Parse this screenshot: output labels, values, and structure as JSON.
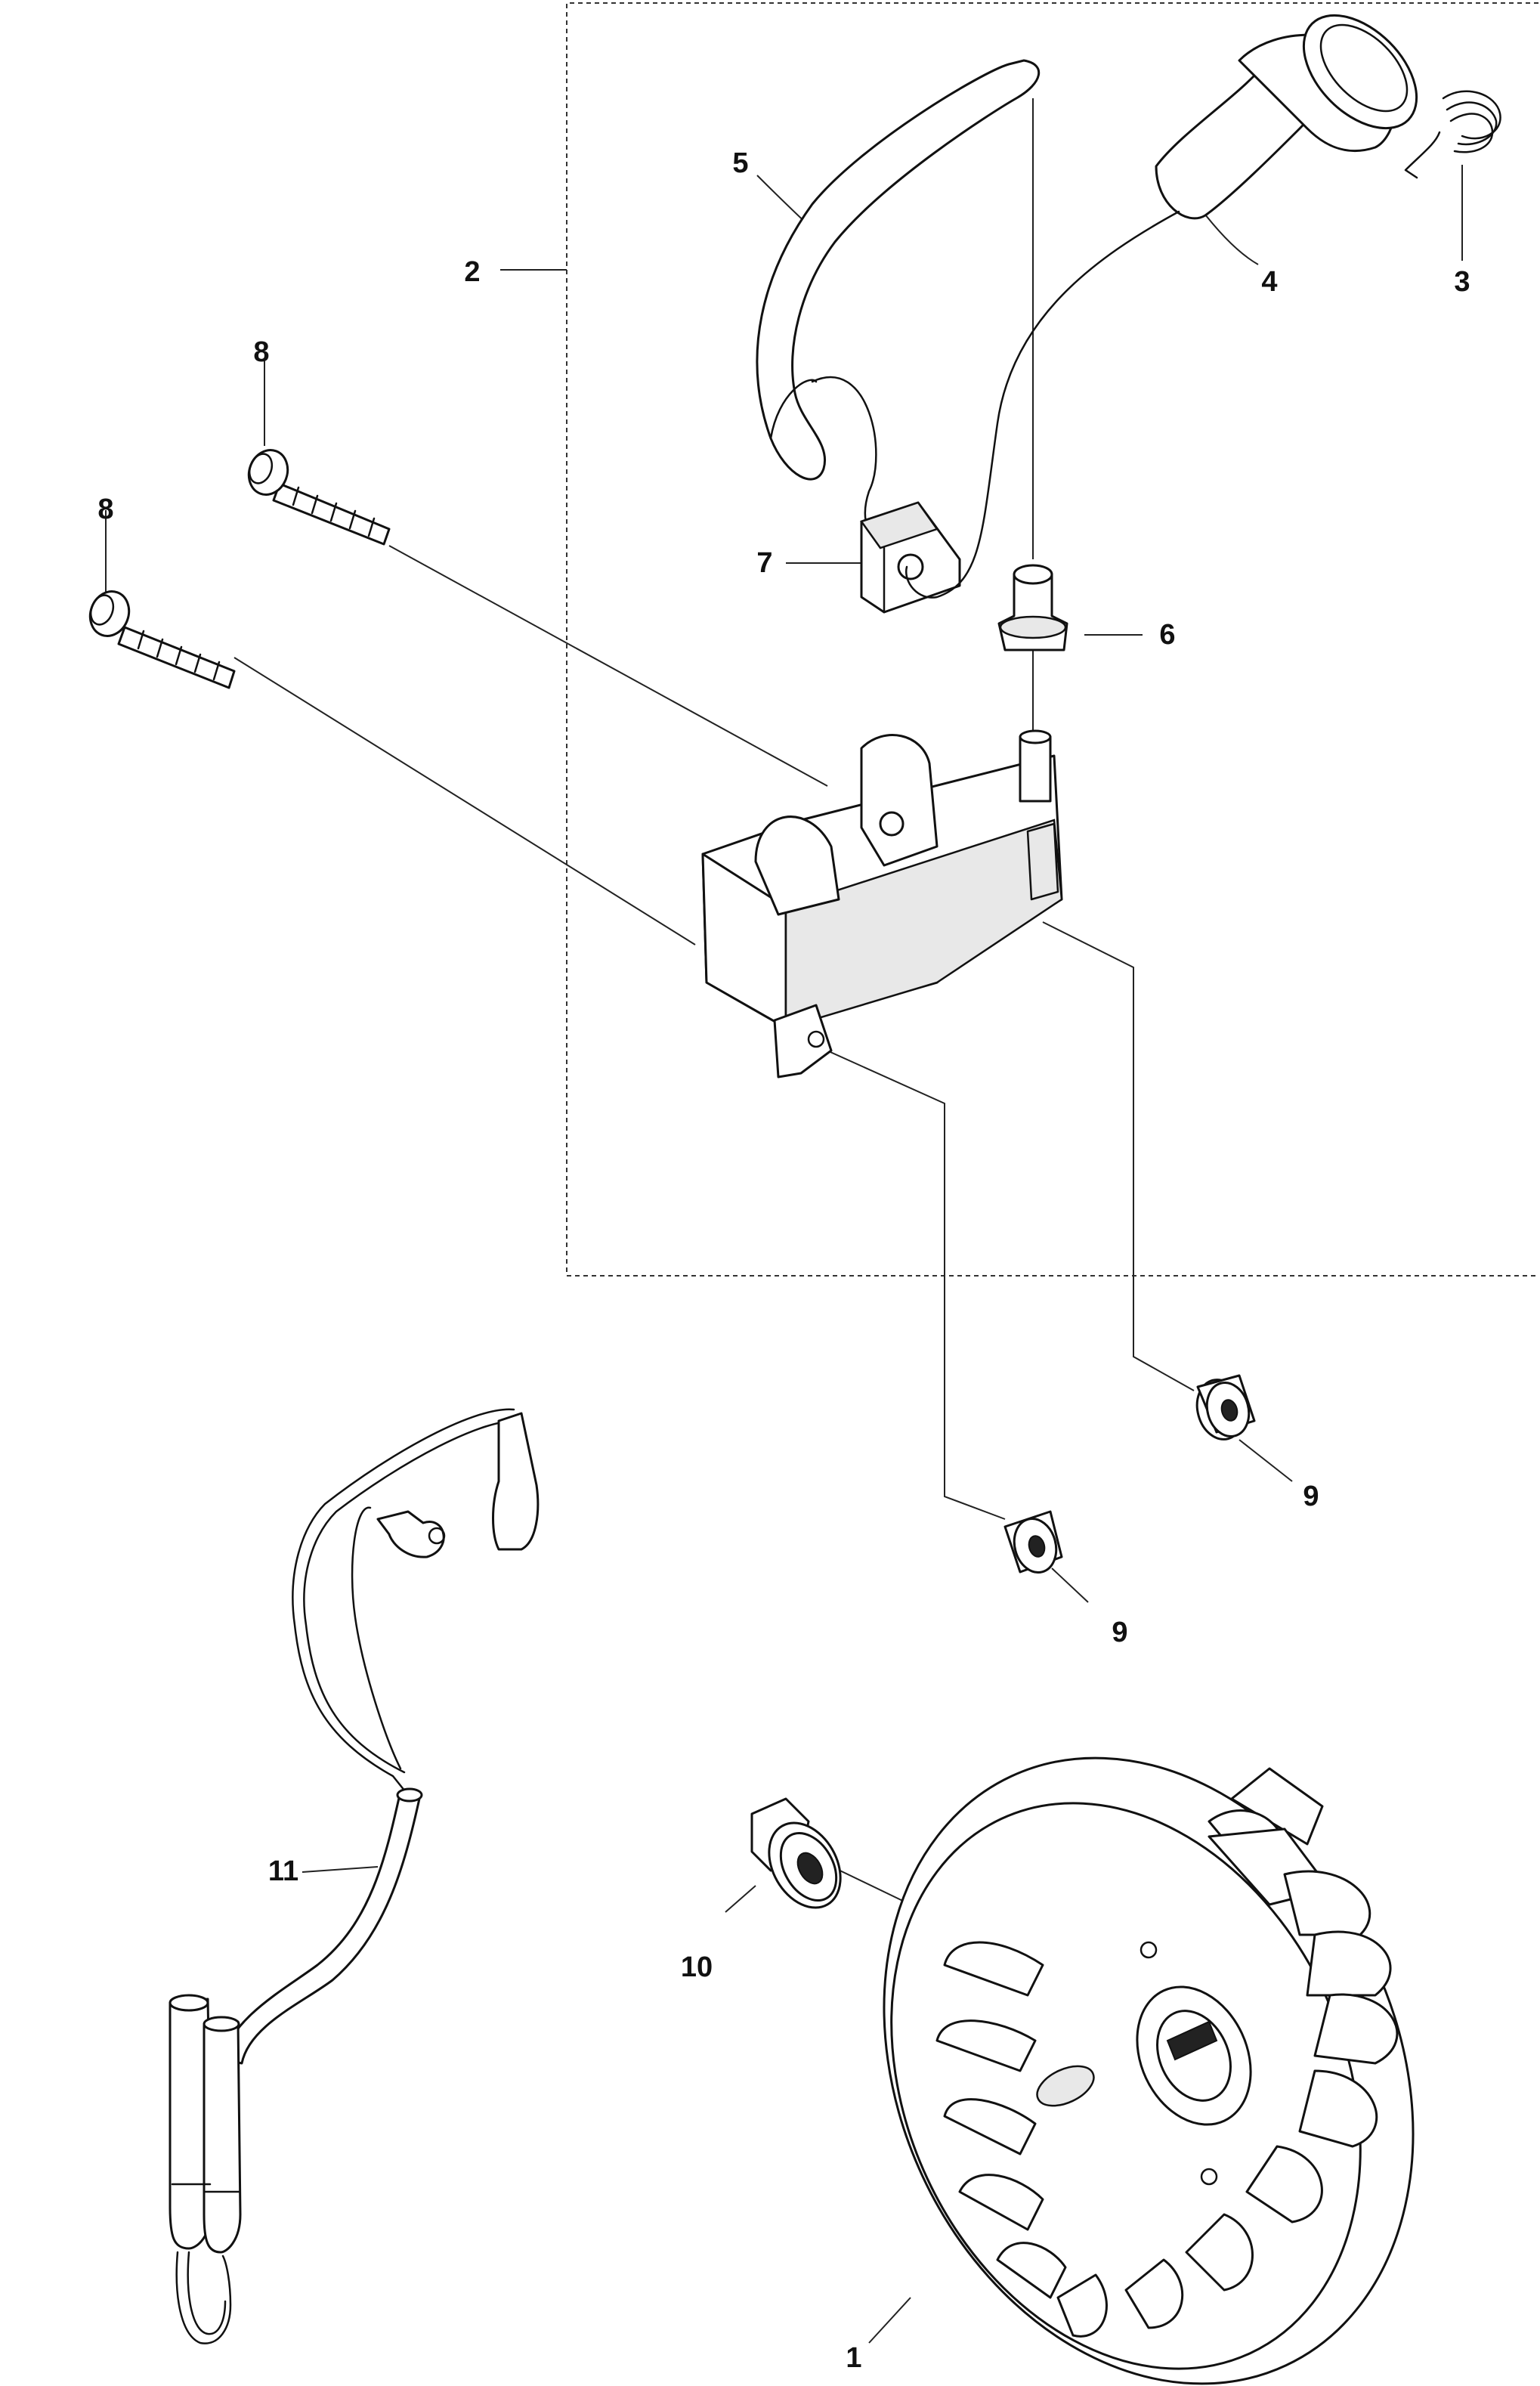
{
  "callouts": {
    "c1": "1",
    "c2": "2",
    "c3": "3",
    "c4": "4",
    "c5": "5",
    "c6": "6",
    "c7": "7",
    "c8a": "8",
    "c8b": "8",
    "c9a": "9",
    "c9b": "9",
    "c10": "10",
    "c11": "11"
  },
  "parts": [
    {
      "number": "1",
      "icon": "flywheel-icon"
    },
    {
      "number": "2",
      "icon": "ignition-module-assembly-icon"
    },
    {
      "number": "3",
      "icon": "spring-icon"
    },
    {
      "number": "4",
      "icon": "spark-plug-cap-icon"
    },
    {
      "number": "5",
      "icon": "cable-sleeve-icon"
    },
    {
      "number": "6",
      "icon": "cable-grommet-icon"
    },
    {
      "number": "7",
      "icon": "cable-clip-icon"
    },
    {
      "number": "8",
      "icon": "screw-icon"
    },
    {
      "number": "9",
      "icon": "spacer-icon"
    },
    {
      "number": "10",
      "icon": "flange-nut-icon"
    },
    {
      "number": "11",
      "icon": "wiring-harness-icon"
    }
  ]
}
